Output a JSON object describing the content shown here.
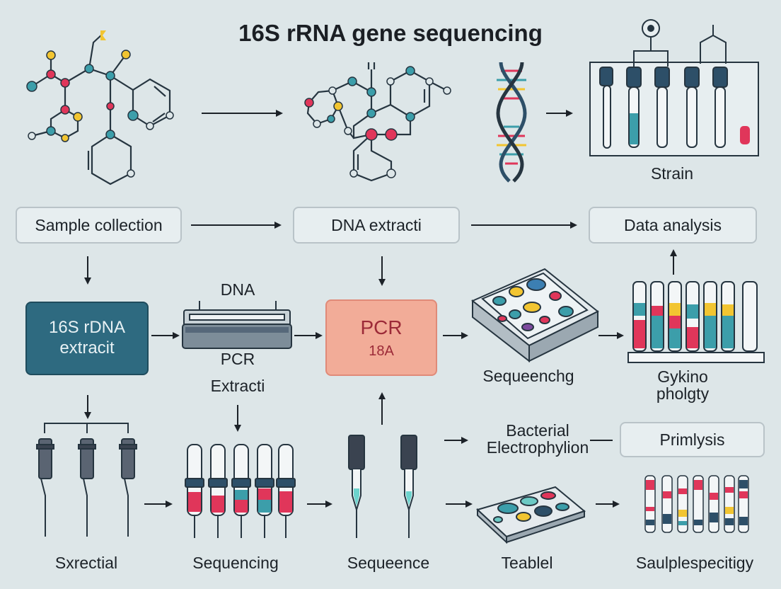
{
  "title": "16S rRNA gene sequencing",
  "colors": {
    "background": "#dde6e8",
    "teal_box": "#2e6a80",
    "pcr_box": "#f2ac98",
    "pcr_text": "#9c2a38",
    "red": "#e0365a",
    "teal": "#3c9eaa",
    "yellow": "#f2c531",
    "navy": "#2d4f68",
    "line": "#263540"
  },
  "top_row": {
    "strain_label": "Strain"
  },
  "process_boxes": {
    "sample_collection": "Sample collection",
    "dna_extraction": "DNA extracti",
    "data_analysis": "Data analysis"
  },
  "middle_row": {
    "rdna_box": "16S rDNA\nextracit",
    "machine_top_label": "DNA",
    "machine_label_1": "PCR",
    "machine_label_2": "Extracti",
    "pcr_title": "PCR",
    "pcr_sub": "18A",
    "plate_label": "Sequeenchg",
    "rack_label": "Gykino\npholgty"
  },
  "bottom_row": {
    "bacterial_label": "Bacterial\nElectrophylion",
    "primlysis_box": "Primlysis",
    "label_1": "Sxrectial",
    "label_2": "Sequencing",
    "label_3": "Sequeence",
    "label_4": "Teablel",
    "label_5": "Saulplespecitigy"
  },
  "icons": [
    "molecule-icon",
    "dna-helix-icon",
    "test-tube-rack-icon",
    "pcr-machine-icon",
    "sequencing-plate-icon",
    "electrophoresis-tubes-icon",
    "pipette-icon",
    "petri-plate-icon",
    "arrow-icon"
  ]
}
